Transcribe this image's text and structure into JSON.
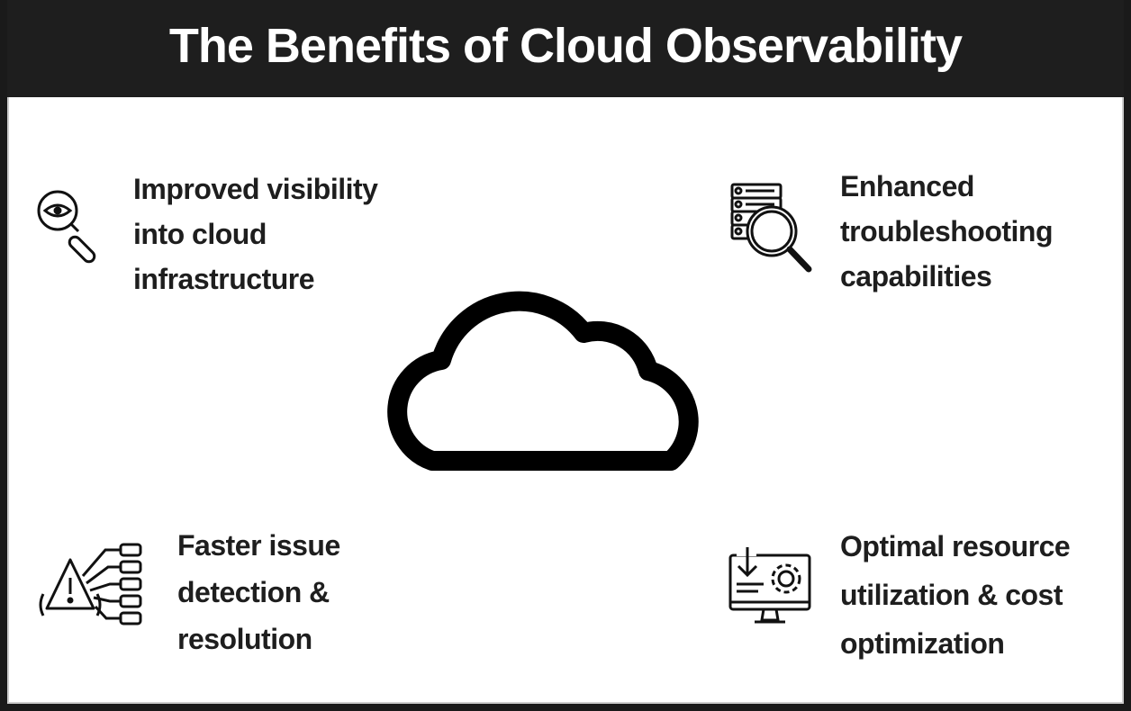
{
  "title": "The Benefits of Cloud Observability",
  "benefits": [
    {
      "icon": "magnifier-eye-icon",
      "lines": [
        "Improved visibility",
        "into cloud",
        "infrastructure"
      ]
    },
    {
      "icon": "server-search-icon",
      "lines": [
        "Enhanced",
        "troubleshooting",
        "capabilities"
      ]
    },
    {
      "icon": "warning-network-icon",
      "lines": [
        "Faster issue",
        "detection &",
        "resolution"
      ]
    },
    {
      "icon": "monitor-download-gear-icon",
      "lines": [
        "Optimal resource",
        "utilization & cost",
        "optimization"
      ]
    }
  ],
  "center_icon": "cloud-icon"
}
